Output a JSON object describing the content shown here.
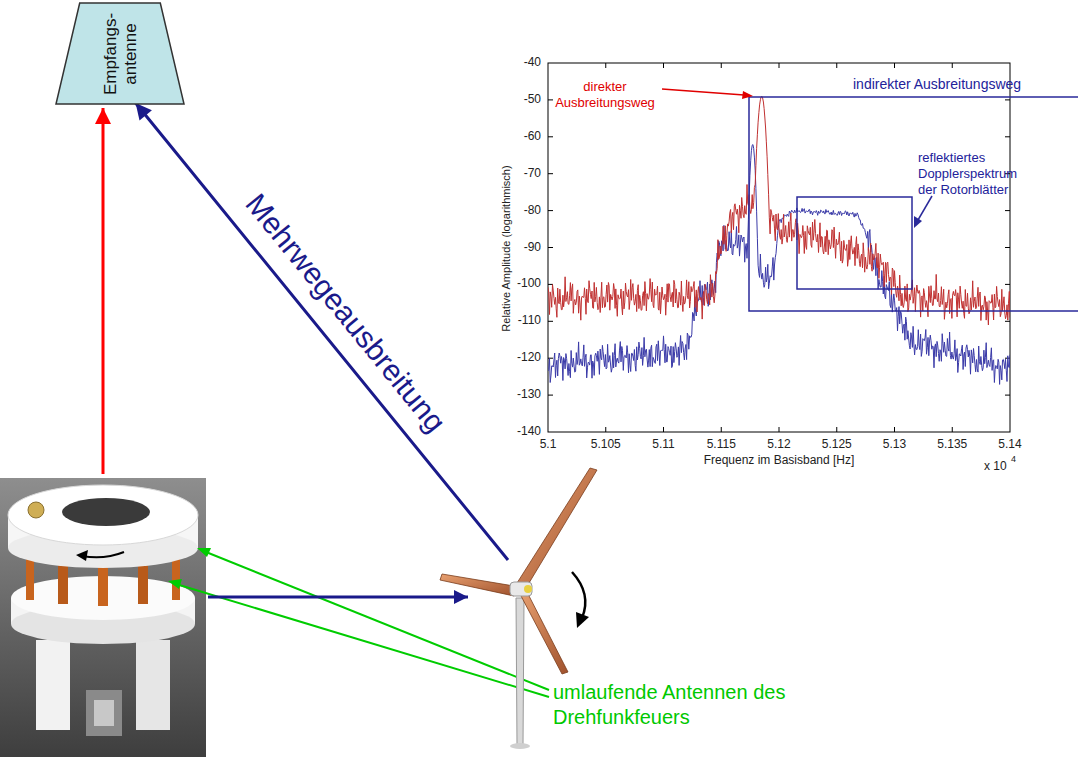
{
  "diagram": {
    "nodes": [
      {
        "text": [
          "Empfangs- antenne"
        ]
      },
      {
        "text": [
          "umlaufende Antennen des Drehfunkfeuers"
        ]
      }
    ],
    "edges": [
      {
        "from": 1,
        "to": 0,
        "arrow": "to"
      },
      {
        "from": 1,
        "to": 0,
        "arrow": "to",
        "label": "Mehrwegeausbreitung"
      }
    ],
    "labels": [
      "direkter Ausbreitungsweg",
      "indirekter Ausbreitungsweg",
      "reflektiertes Dopplerspektrum der Rotorblätter",
      "-40",
      "-50",
      "-60",
      "-70",
      "-80",
      "-90",
      "-100",
      "-110",
      "-120",
      "-130",
      "-140",
      "5.1",
      "5.105",
      "5.11",
      "5.115",
      "5.12",
      "5.125",
      "5.13",
      "5.135",
      "5.14",
      "Relative Amplitude (logarithmisch)",
      "Frequenz im Basisband [Hz]",
      "x 10",
      "4"
    ]
  }
}
